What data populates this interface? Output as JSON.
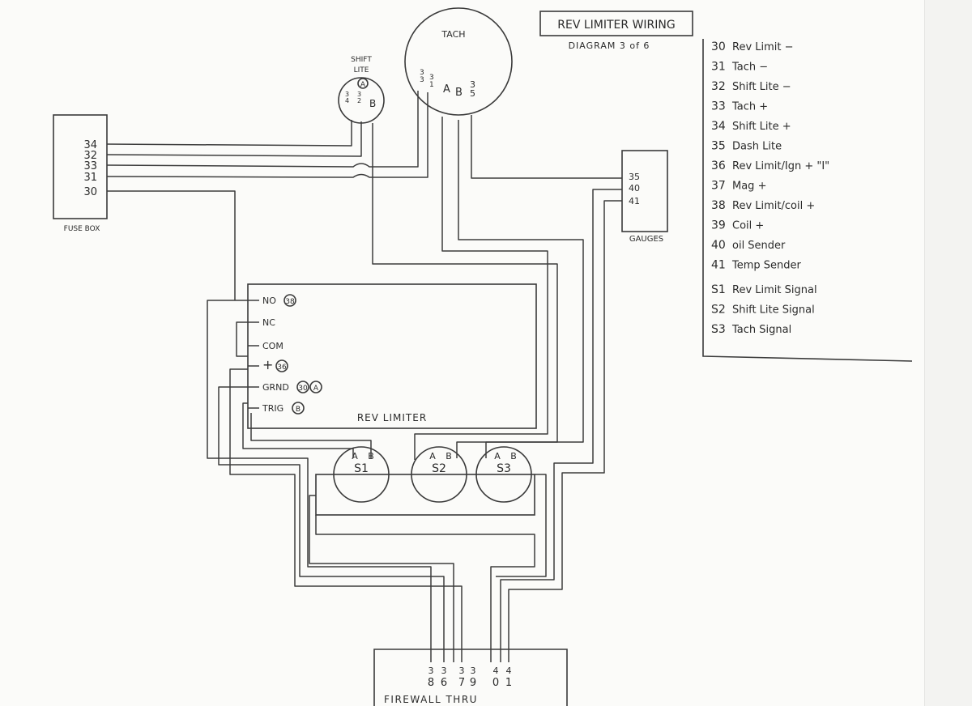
{
  "title": {
    "main": "REV LIMITER WIRING",
    "sub": "DIAGRAM 3 of 6"
  },
  "components": {
    "fuse_box": {
      "label": "FUSE BOX",
      "pins": [
        "34",
        "32",
        "33",
        "31",
        "30"
      ]
    },
    "tach": {
      "label": "TACH",
      "pin_33": "3\n3",
      "pin_31": "3\n1",
      "pin_a": "A",
      "pin_b": "B",
      "pin_35": "3\n5"
    },
    "shift_lite": {
      "label_line1": "SHIFT",
      "label_line2": "LITE",
      "pin_a": "A",
      "pin_34": "3\n4",
      "pin_32": "3\n2",
      "pin_b": "B"
    },
    "gauges": {
      "label": "GAUGES",
      "pins": [
        "35",
        "40",
        "41"
      ]
    },
    "rev_limiter": {
      "label": "REV LIMITER",
      "terminals": [
        {
          "name": "NO",
          "tag": "38"
        },
        {
          "name": "NC",
          "tag": ""
        },
        {
          "name": "COM",
          "tag": ""
        },
        {
          "name": "+",
          "tag": "36"
        },
        {
          "name": "GRND",
          "tag": "30",
          "tag2": "A"
        },
        {
          "name": "TRIG",
          "tag": "B"
        }
      ]
    },
    "connectors": [
      {
        "name": "S1",
        "pin_a": "A",
        "pin_b": "B"
      },
      {
        "name": "S2",
        "pin_a": "A",
        "pin_b": "B"
      },
      {
        "name": "S3",
        "pin_a": "A",
        "pin_b": "B"
      }
    ],
    "firewall": {
      "label": "FIREWALL THRU",
      "pins": [
        {
          "top": "3",
          "bottom": "8"
        },
        {
          "top": "3",
          "bottom": "6"
        },
        {
          "top": "3",
          "bottom": "7"
        },
        {
          "top": "3",
          "bottom": "9"
        },
        {
          "top": "4",
          "bottom": "0"
        },
        {
          "top": "4",
          "bottom": "1"
        }
      ]
    }
  },
  "legend": [
    {
      "num": "30",
      "text": "Rev Limit −"
    },
    {
      "num": "31",
      "text": "Tach −"
    },
    {
      "num": "32",
      "text": "Shift Lite −"
    },
    {
      "num": "33",
      "text": "Tach +"
    },
    {
      "num": "34",
      "text": "Shift Lite +"
    },
    {
      "num": "35",
      "text": "Dash Lite"
    },
    {
      "num": "36",
      "text": "Rev Limit/Ign + \"I\""
    },
    {
      "num": "37",
      "text": "Mag +"
    },
    {
      "num": "38",
      "text": "Rev Limit/coil +"
    },
    {
      "num": "39",
      "text": "Coil +"
    },
    {
      "num": "40",
      "text": "oil Sender"
    },
    {
      "num": "41",
      "text": "Temp Sender"
    },
    {
      "num": "S1",
      "text": "Rev Limit Signal"
    },
    {
      "num": "S2",
      "text": "Shift Lite Signal"
    },
    {
      "num": "S3",
      "text": "Tach Signal"
    }
  ],
  "colors": {
    "ink": "#2b2b2b",
    "paper": "#fbfbf9"
  }
}
